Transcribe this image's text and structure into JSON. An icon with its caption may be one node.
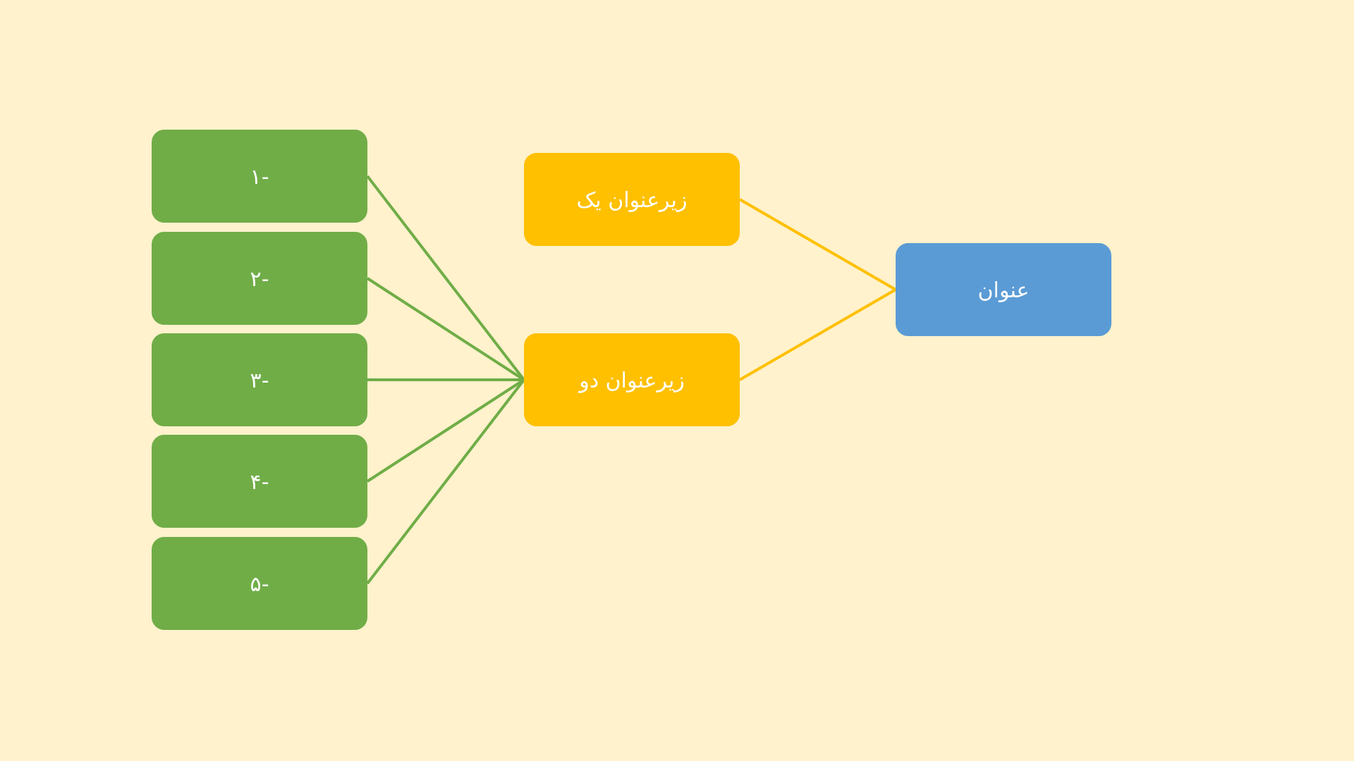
{
  "diagram": {
    "nodes": [
      {
        "text": [
          "عنوان"
        ]
      },
      {
        "text": [
          "زیرعنوان یک"
        ]
      },
      {
        "text": [
          "زیرعنوان دو"
        ]
      },
      {
        "text": [
          "۱-"
        ]
      },
      {
        "text": [
          "۲-"
        ]
      },
      {
        "text": [
          "۳-"
        ]
      },
      {
        "text": [
          "۴-"
        ]
      },
      {
        "text": [
          "۵-"
        ]
      }
    ],
    "edges": [
      {
        "from": 0,
        "to": 1,
        "arrow": "none",
        "color": "#ffc000"
      },
      {
        "from": 0,
        "to": 2,
        "arrow": "none",
        "color": "#ffc000"
      },
      {
        "from": 2,
        "to": 3,
        "arrow": "none"
      },
      {
        "from": 2,
        "to": 4,
        "arrow": "none"
      },
      {
        "from": 2,
        "to": 5,
        "arrow": "none"
      },
      {
        "from": 2,
        "to": 6,
        "arrow": "none"
      },
      {
        "from": 2,
        "to": 7,
        "arrow": "none"
      }
    ]
  }
}
